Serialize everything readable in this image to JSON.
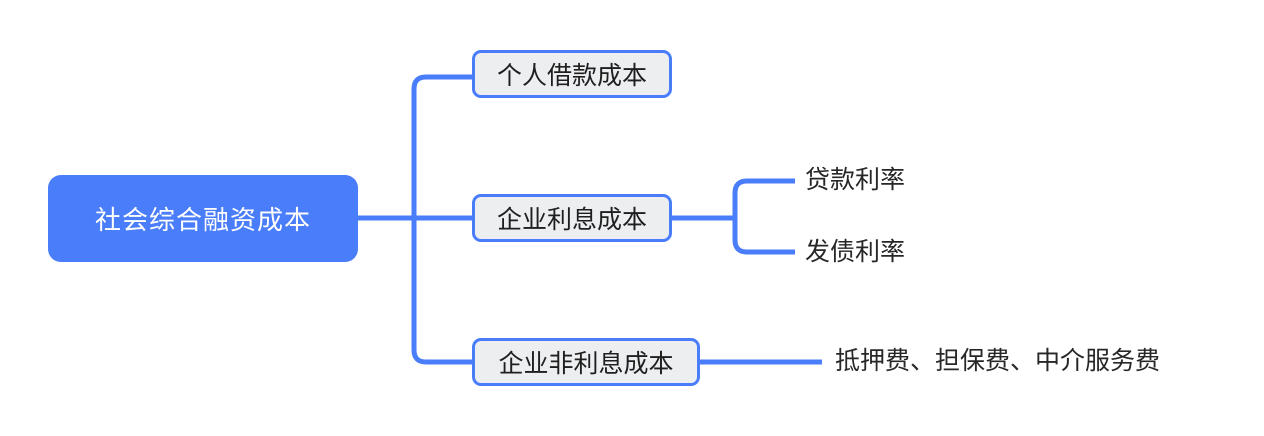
{
  "diagram": {
    "type": "mind-map",
    "title": "社会综合融资成本",
    "background_color": "#ffffff",
    "accent_color": "#4a7dfa",
    "node_fill_color": "#eceef0",
    "root_text_color": "#ffffff",
    "node_text_color": "#1f1f1f"
  },
  "root": {
    "label": "社会综合融资成本"
  },
  "branches": [
    {
      "label": "个人借款成本",
      "children": []
    },
    {
      "label": "企业利息成本",
      "children": [
        {
          "label": "贷款利率"
        },
        {
          "label": "发债利率"
        }
      ]
    },
    {
      "label": "企业非利息成本",
      "children": [
        {
          "label": "抵押费、担保费、中介服务费"
        }
      ]
    }
  ]
}
